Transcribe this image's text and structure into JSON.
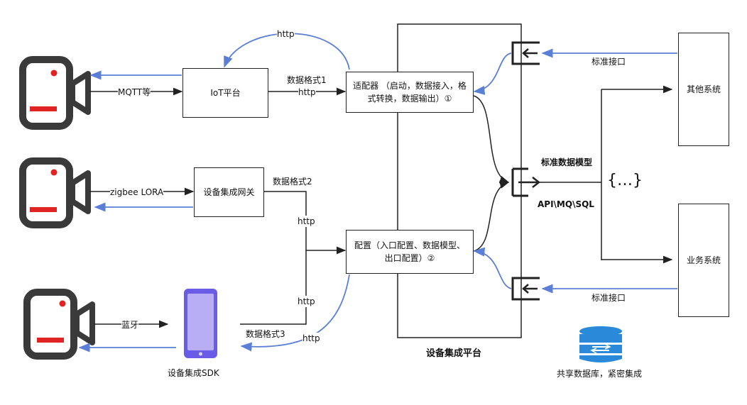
{
  "nodes": {
    "iot_platform": "IoT平台",
    "adapter": "适配器 （启动，数据接入，格式转换，数据输出）①",
    "gateway": "设备集成网关",
    "config": "配置（入口配置、数据模型、出口配置）②",
    "other_system": "其他系统",
    "business_system": "业务系统",
    "platform_title": "设备集成平台",
    "sdk_label": "设备集成SDK",
    "db_label": "共享数据库，紧密集成",
    "standard_model": "标准数据模型",
    "api_label": "API\\MQ\\SQL",
    "braces": "{…}"
  },
  "edges": {
    "http_top": "http",
    "format1": "数据格式1",
    "http1": "http",
    "mqtt": "MQTT等",
    "zigbee": "zigbee LORA",
    "format2": "数据格式2",
    "http2": "http",
    "http3": "http",
    "bluetooth": "蓝牙",
    "format3": "数据格式3",
    "http4": "http",
    "std_iface_top": "标准接口",
    "std_iface_bottom": "标准接口"
  },
  "colors": {
    "line_dark": "#222222",
    "line_blue": "#5b7fd6",
    "camera_body": "#3a3a3a",
    "camera_red": "#e02424",
    "phone": "#6b5ce7",
    "db_blue": "#2a8ad9"
  }
}
